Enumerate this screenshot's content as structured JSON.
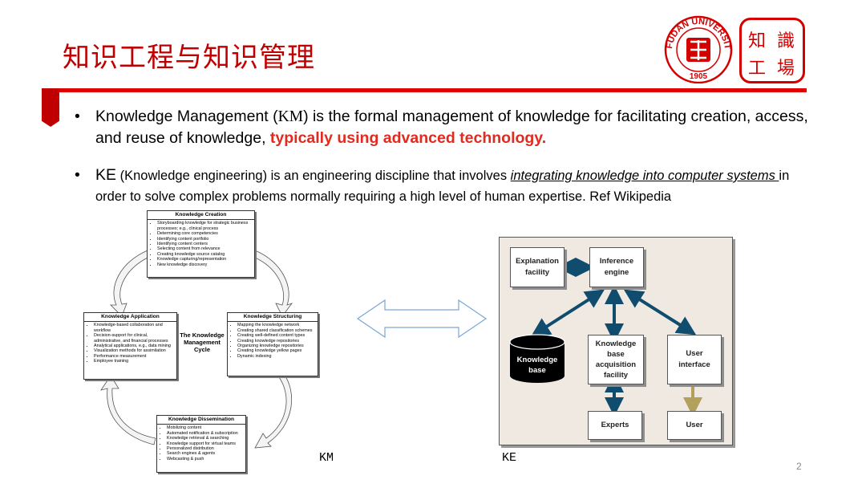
{
  "slide": {
    "title": "知识工程与知识管理",
    "page_number": "2"
  },
  "logo": {
    "university_name": "FUDAN UNIVERSITY",
    "year": "1905",
    "seal_chars": [
      "知",
      "識",
      "工",
      "場"
    ]
  },
  "bullets": {
    "km": {
      "marker": "•",
      "part1": "Knowledge Management (",
      "abbr": "KM",
      "part2": ") is the formal management of knowledge for facilitating creation, access, and reuse of knowledge, ",
      "highlight": "typically using advanced technology."
    },
    "ke": {
      "marker": "•",
      "abbr": "KE",
      "part1": " (Knowledge engineering) is an engineering discipline that involves ",
      "underlined": "integrating knowledge into computer systems ",
      "part2": "in order to solve complex problems normally requiring a high level of human expertise. Ref Wikipedia"
    }
  },
  "km_cycle": {
    "center_label": "The Knowledge Management Cycle",
    "creation": {
      "heading": "Knowledge Creation",
      "items": [
        "Storyboarding knowledge for strategic business processes; e.g., clinical process",
        "Determining core competencies",
        "Identifying content portfolio",
        "Identifying content centers",
        "Selecting content from relevance",
        "Creating knowledge source catalog",
        "Knowledge capturing/representation",
        "New knowledge discovery"
      ]
    },
    "structuring": {
      "heading": "Knowledge Structuring",
      "items": [
        "Mapping the knowledge network",
        "Creating shared classification schemes",
        "Creating well-defined content types",
        "Creating knowledge repositories",
        "Organizing knowledge repositories",
        "Creating knowledge yellow pages",
        "Dynamic indexing"
      ]
    },
    "application": {
      "heading": "Knowledge Application",
      "items": [
        "Knowledge-based collaboration and workflow",
        "Decision-support for clinical, administrative, and financial processes",
        "Analytical applications, e.g., data mining",
        "Visualization methods for assimilation",
        "Performance measurement",
        "Employee training"
      ]
    },
    "dissemination": {
      "heading": "Knowledge Dissemination",
      "items": [
        "Mobilizing content",
        "Automated notification & subscription",
        "Knowledge retrieval & searching",
        "Knowledge support for virtual teams",
        "Personalized distribution",
        "Search engines & agents",
        "Webcasting & push"
      ]
    }
  },
  "ke_diagram": {
    "explanation": [
      "Explanation",
      "facility"
    ],
    "inference": [
      "Inference",
      "engine"
    ],
    "kb": [
      "Knowledge",
      "base"
    ],
    "kbaf": [
      "Knowledge",
      "base",
      "acquisition",
      "facility"
    ],
    "ui": [
      "User",
      "interface"
    ],
    "experts": "Experts",
    "user": "User"
  },
  "captions": {
    "km": "KM",
    "ke": "KE"
  },
  "colors": {
    "title_red": "#c00000",
    "rule_red": "#e00000",
    "highlight_red": "#e02b20",
    "arrow_blue": "#0f4c6e",
    "arrow_olive": "#b3a05c"
  }
}
